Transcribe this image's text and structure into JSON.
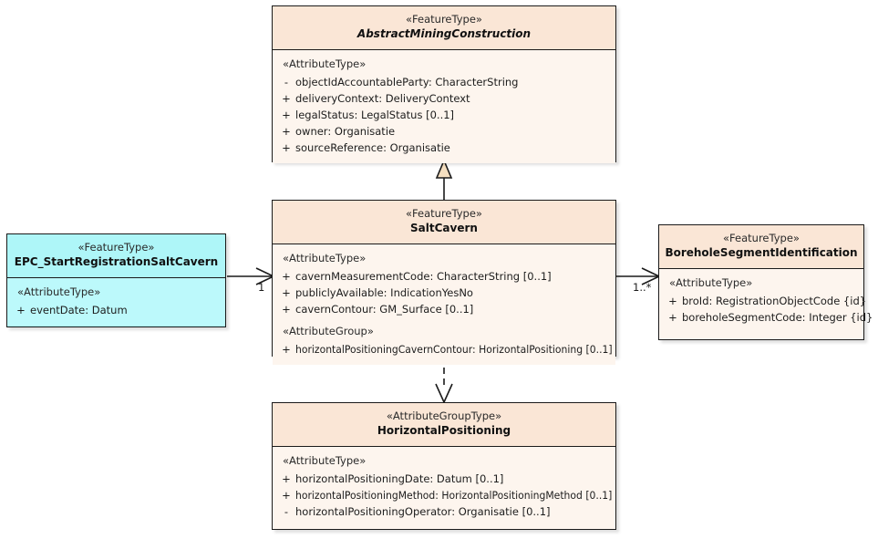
{
  "diagram": {
    "title": "SaltCavern UML class diagram",
    "colors": {
      "class_fill": "#fdf5ee",
      "class_header_fill": "#fae6d6",
      "class_border": "#1a1a1a",
      "highlight_fill": "#aef6f8",
      "generalization_arrow_fill": "#f5dfc0",
      "background": "#ffffff"
    }
  },
  "classes": {
    "abstract_mining_construction": {
      "stereotype": "«FeatureType»",
      "name": "AbstractMiningConstruction",
      "abstract": true,
      "compartments": [
        {
          "group": "«AttributeType»",
          "attributes": [
            {
              "visibility": "-",
              "signature": "objectIdAccountableParty: CharacterString"
            },
            {
              "visibility": "+",
              "signature": "deliveryContext: DeliveryContext"
            },
            {
              "visibility": "+",
              "signature": "legalStatus: LegalStatus [0..1]"
            },
            {
              "visibility": "+",
              "signature": "owner: Organisatie"
            },
            {
              "visibility": "+",
              "signature": "sourceReference: Organisatie"
            }
          ]
        }
      ]
    },
    "salt_cavern": {
      "stereotype": "«FeatureType»",
      "name": "SaltCavern",
      "abstract": false,
      "compartments": [
        {
          "group": "«AttributeType»",
          "attributes": [
            {
              "visibility": "+",
              "signature": "cavernMeasurementCode: CharacterString [0..1]"
            },
            {
              "visibility": "+",
              "signature": "publiclyAvailable: IndicationYesNo"
            },
            {
              "visibility": "+",
              "signature": "cavernContour: GM_Surface [0..1]"
            }
          ]
        },
        {
          "group": "«AttributeGroup»",
          "attributes": [
            {
              "visibility": "+",
              "signature": "horizontalPositioningCavernContour: HorizontalPositioning [0..1]"
            }
          ]
        }
      ]
    },
    "epc_start_registration_salt_cavern": {
      "stereotype": "«FeatureType»",
      "name": "EPC_StartRegistrationSaltCavern",
      "abstract": false,
      "compartments": [
        {
          "group": "«AttributeType»",
          "attributes": [
            {
              "visibility": "+",
              "signature": "eventDate: Datum"
            }
          ]
        }
      ]
    },
    "borehole_segment_identification": {
      "stereotype": "«FeatureType»",
      "name": "BoreholeSegmentIdentification",
      "abstract": false,
      "compartments": [
        {
          "group": "«AttributeType»",
          "attributes": [
            {
              "visibility": "+",
              "signature": "broId: RegistrationObjectCode {id}"
            },
            {
              "visibility": "+",
              "signature": "boreholeSegmentCode: Integer {id}"
            }
          ]
        }
      ]
    },
    "horizontal_positioning": {
      "stereotype": "«AttributeGroupType»",
      "name": "HorizontalPositioning",
      "abstract": false,
      "compartments": [
        {
          "group": "«AttributeType»",
          "attributes": [
            {
              "visibility": "+",
              "signature": "horizontalPositioningDate: Datum [0..1]"
            },
            {
              "visibility": "+",
              "signature": "horizontalPositioningMethod: HorizontalPositioningMethod [0..1]"
            },
            {
              "visibility": "-",
              "signature": "horizontalPositioningOperator: Organisatie [0..1]"
            }
          ]
        }
      ]
    }
  },
  "connectors": {
    "generalization": {
      "kind": "generalization",
      "from": "SaltCavern",
      "to": "AbstractMiningConstruction"
    },
    "epc_to_saltcavern": {
      "kind": "association",
      "from": "EPC_StartRegistrationSaltCavern",
      "to": "SaltCavern",
      "target_multiplicity": "1"
    },
    "saltcavern_to_borehole": {
      "kind": "association",
      "from": "SaltCavern",
      "to": "BoreholeSegmentIdentification",
      "target_multiplicity": "1..*"
    },
    "saltcavern_to_horizontalpositioning": {
      "kind": "dependency",
      "from": "SaltCavern",
      "to": "HorizontalPositioning"
    }
  }
}
